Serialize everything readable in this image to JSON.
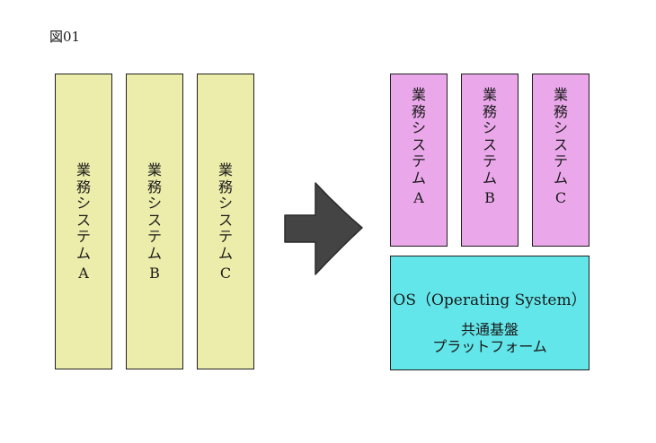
{
  "figure_label": "図01",
  "left_systems": [
    {
      "label": "業務システム",
      "letter": "A"
    },
    {
      "label": "業務システム",
      "letter": "B"
    },
    {
      "label": "業務システム",
      "letter": "C"
    }
  ],
  "right_systems": [
    {
      "label": "業務システム",
      "letter": "A"
    },
    {
      "label": "業務システム",
      "letter": "B"
    },
    {
      "label": "業務システム",
      "letter": "C"
    }
  ],
  "platform": {
    "os_label": "OS（Operating System）",
    "title": "共通基盤",
    "subtitle": "プラットフォーム"
  },
  "colors": {
    "left_box": "#ececab",
    "right_box": "#eaa8ea",
    "platform_box": "#63e6ea",
    "arrow": "#444444"
  }
}
